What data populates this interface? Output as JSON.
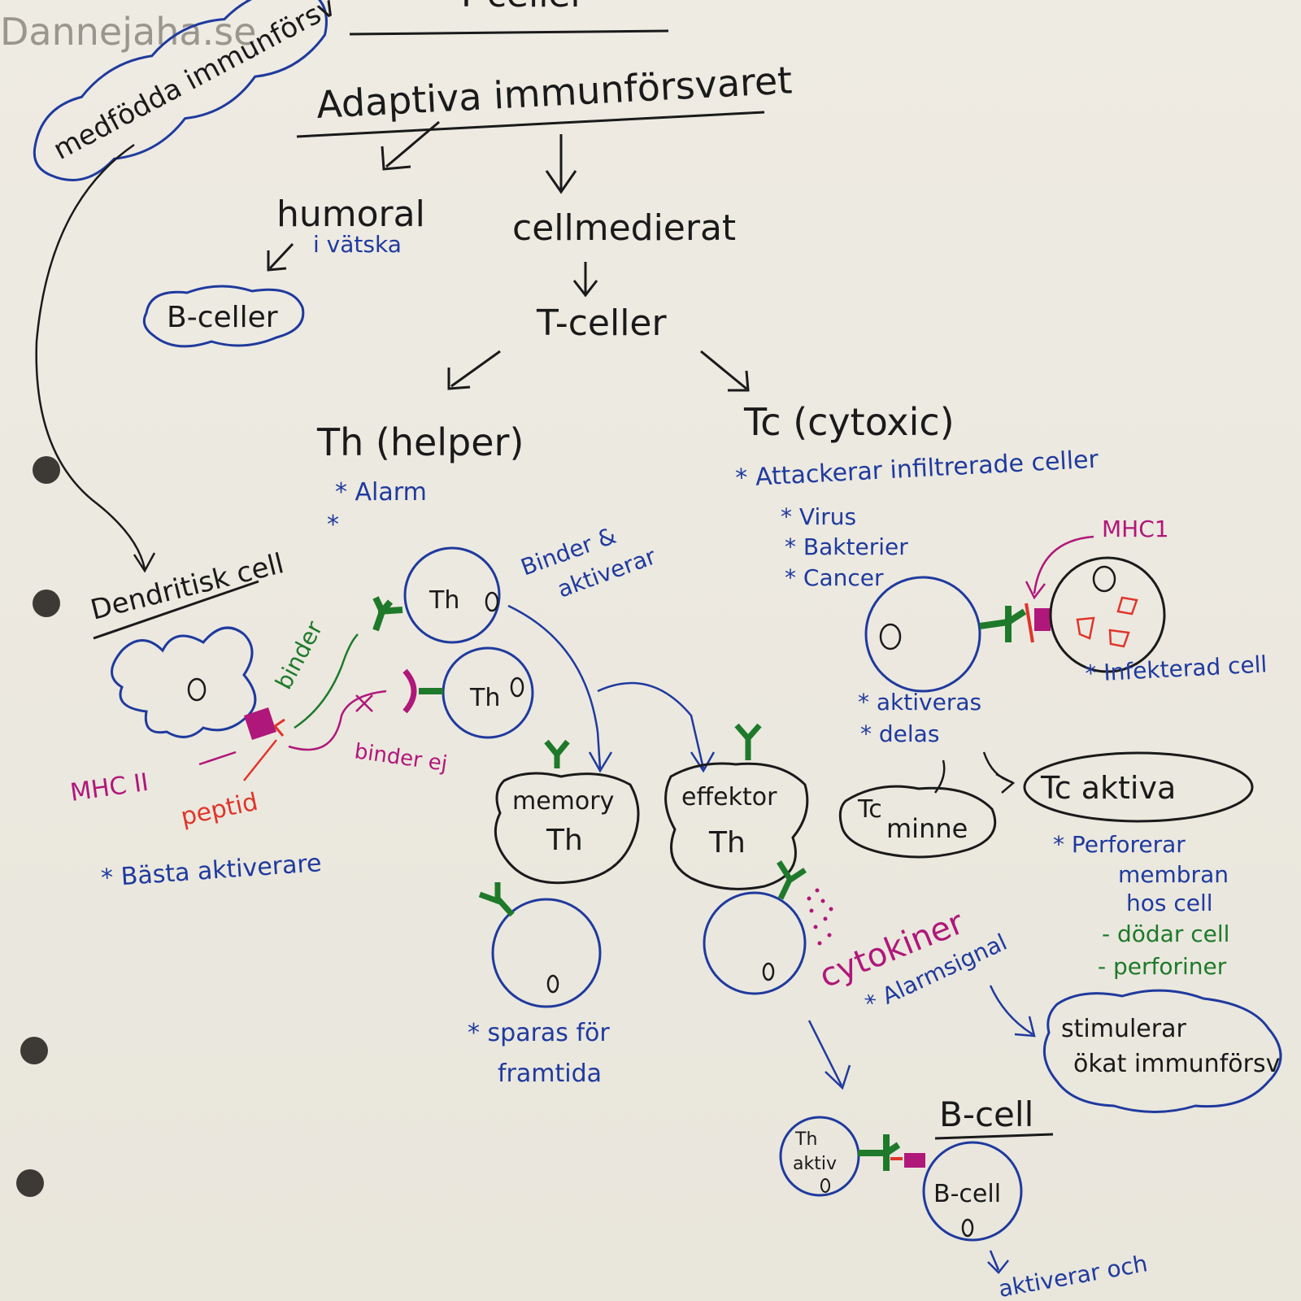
{
  "colors": {
    "black": "#1a1a1a",
    "blue": "#1f3a9e",
    "green": "#1e7a2a",
    "magenta": "#b0177a",
    "red": "#e0352a",
    "paper": "#ece9e0"
  },
  "watermark": "Dannejaha.se",
  "header": {
    "title_partial": "T-celler",
    "adaptive": "Adaptiva immunförsvaret",
    "innate": "medfödda immunförsv"
  },
  "branches": {
    "humoral": "humoral",
    "humoral_sub": "i vätska",
    "b_cells": "B-celler",
    "cell_mediated": "cellmedierat",
    "t_cells": "T-celler",
    "th": "Th (helper)",
    "th_note1": "* Alarm",
    "th_note2": "*",
    "tc": "Tc (cytoxic)",
    "tc_note": "* Attackerar infiltrerade celler",
    "tc_items": [
      "* Virus",
      "* Bakterier",
      "* Cancer"
    ]
  },
  "dendritic": {
    "label": "Dendritisk cell",
    "mhc": "MHC II",
    "peptide": "peptid",
    "best": "* Bästa aktiverare",
    "binds": "binder",
    "not_binds": "binder ej"
  },
  "th_cells": {
    "cell_label": "Th",
    "binds_activates": "Binder &",
    "binds_activates2": "aktiverar",
    "memory_l1": "memory",
    "memory_l2": "Th",
    "effector_l1": "effektor",
    "effector_l2": "Th",
    "memory_note1": "* sparas för",
    "memory_note2": "framtida",
    "cytokines": "cytokiner",
    "alarm_signal": "* Alarmsignal",
    "stimulates_l1": "stimulerar",
    "stimulates_l2": "ökat immunförsv"
  },
  "tc_cells": {
    "mhc1": "MHC1",
    "infected": "* Infekterad cell",
    "activated": "* aktiveras",
    "divides": "* delas",
    "memory_l1": "Tc",
    "memory_l2": "minne",
    "active": "Tc aktiva",
    "perforate_l1": "* Perforerar",
    "perforate_l2": "membran",
    "perforate_l3": "hos cell",
    "dies": "- dödar cell",
    "perforins": "- perforiner"
  },
  "b_cell_section": {
    "title": "B-cell",
    "th_active_l1": "Th",
    "th_active_l2": "aktiv",
    "b_cell": "B-cell",
    "activates_l1": "aktiverar och",
    "activates_l2": "..."
  }
}
